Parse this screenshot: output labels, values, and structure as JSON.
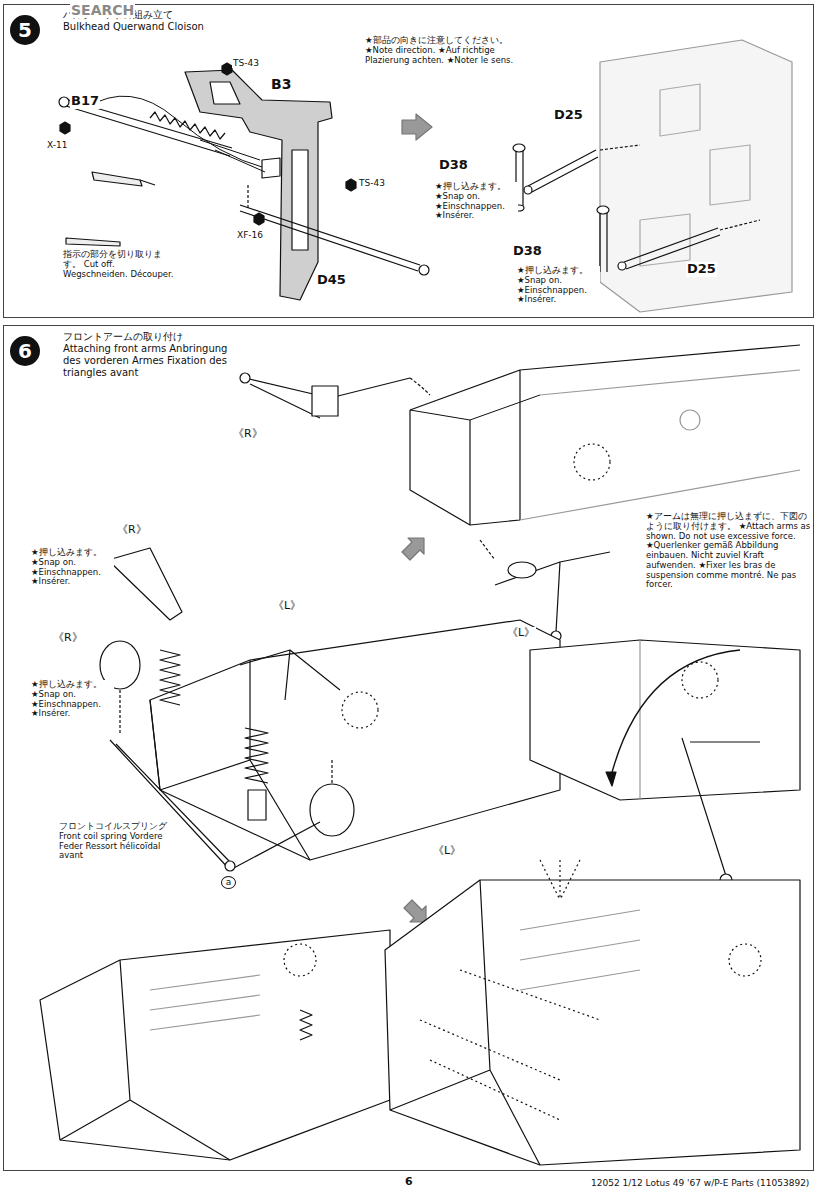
{
  "diagram": {
    "nodes": [
      {
        "text": [
          "5",
          "バルクヘッドの組み立て Bulkhead Querwand Cloison"
        ]
      },
      {
        "text": [
          "6",
          "フロントアームの取り付け Attaching front arms Anbringung des vorderen Armes Fixation des triangles avant"
        ]
      }
    ],
    "labels": [
      "SEARCH",
      "TS-43",
      "B3",
      "B17",
      "X-11",
      "TS-43",
      "XF-16",
      "D45",
      "指示の部分を切り取ります。 Cut off. Wegschneiden. Découper.",
      "★部品の向きに注意してください。 ★Note direction. ★Auf richtige Plazierung achten. ★Noter le sens.",
      "D25",
      "D38",
      "★押し込みます。 ★Snap on. ★Einschnappen. ★Insérer.",
      "D38",
      "★押し込みます。 ★Snap on. ★Einschnappen. ★Insérer.",
      "D25",
      "《R》",
      "《R》",
      "★押し込みます。 ★Snap on. ★Einschnappen. ★Insérer.",
      "《R》",
      "★押し込みます。 ★Snap on. ★Einschnappen. ★Insérer.",
      "《L》",
      "★アームは無理に押し込まずに、下図のように取り付けます。 ★Attach arms as shown. Do not use excessive force. ★Querlenker gemäß Abbildung einbauen. Nicht zuviel Kraft aufwenden. ★Fixer les bras de suspension comme montré. Ne pas forcer.",
      "《L》",
      "フロントコイルスプリング Front coil spring Vordere Feder Ressort hélicoïdal avant",
      "《L》",
      "a",
      "6",
      "12052 1/12 Lotus 49 '67 w/P-E Parts (11053892)"
    ]
  }
}
